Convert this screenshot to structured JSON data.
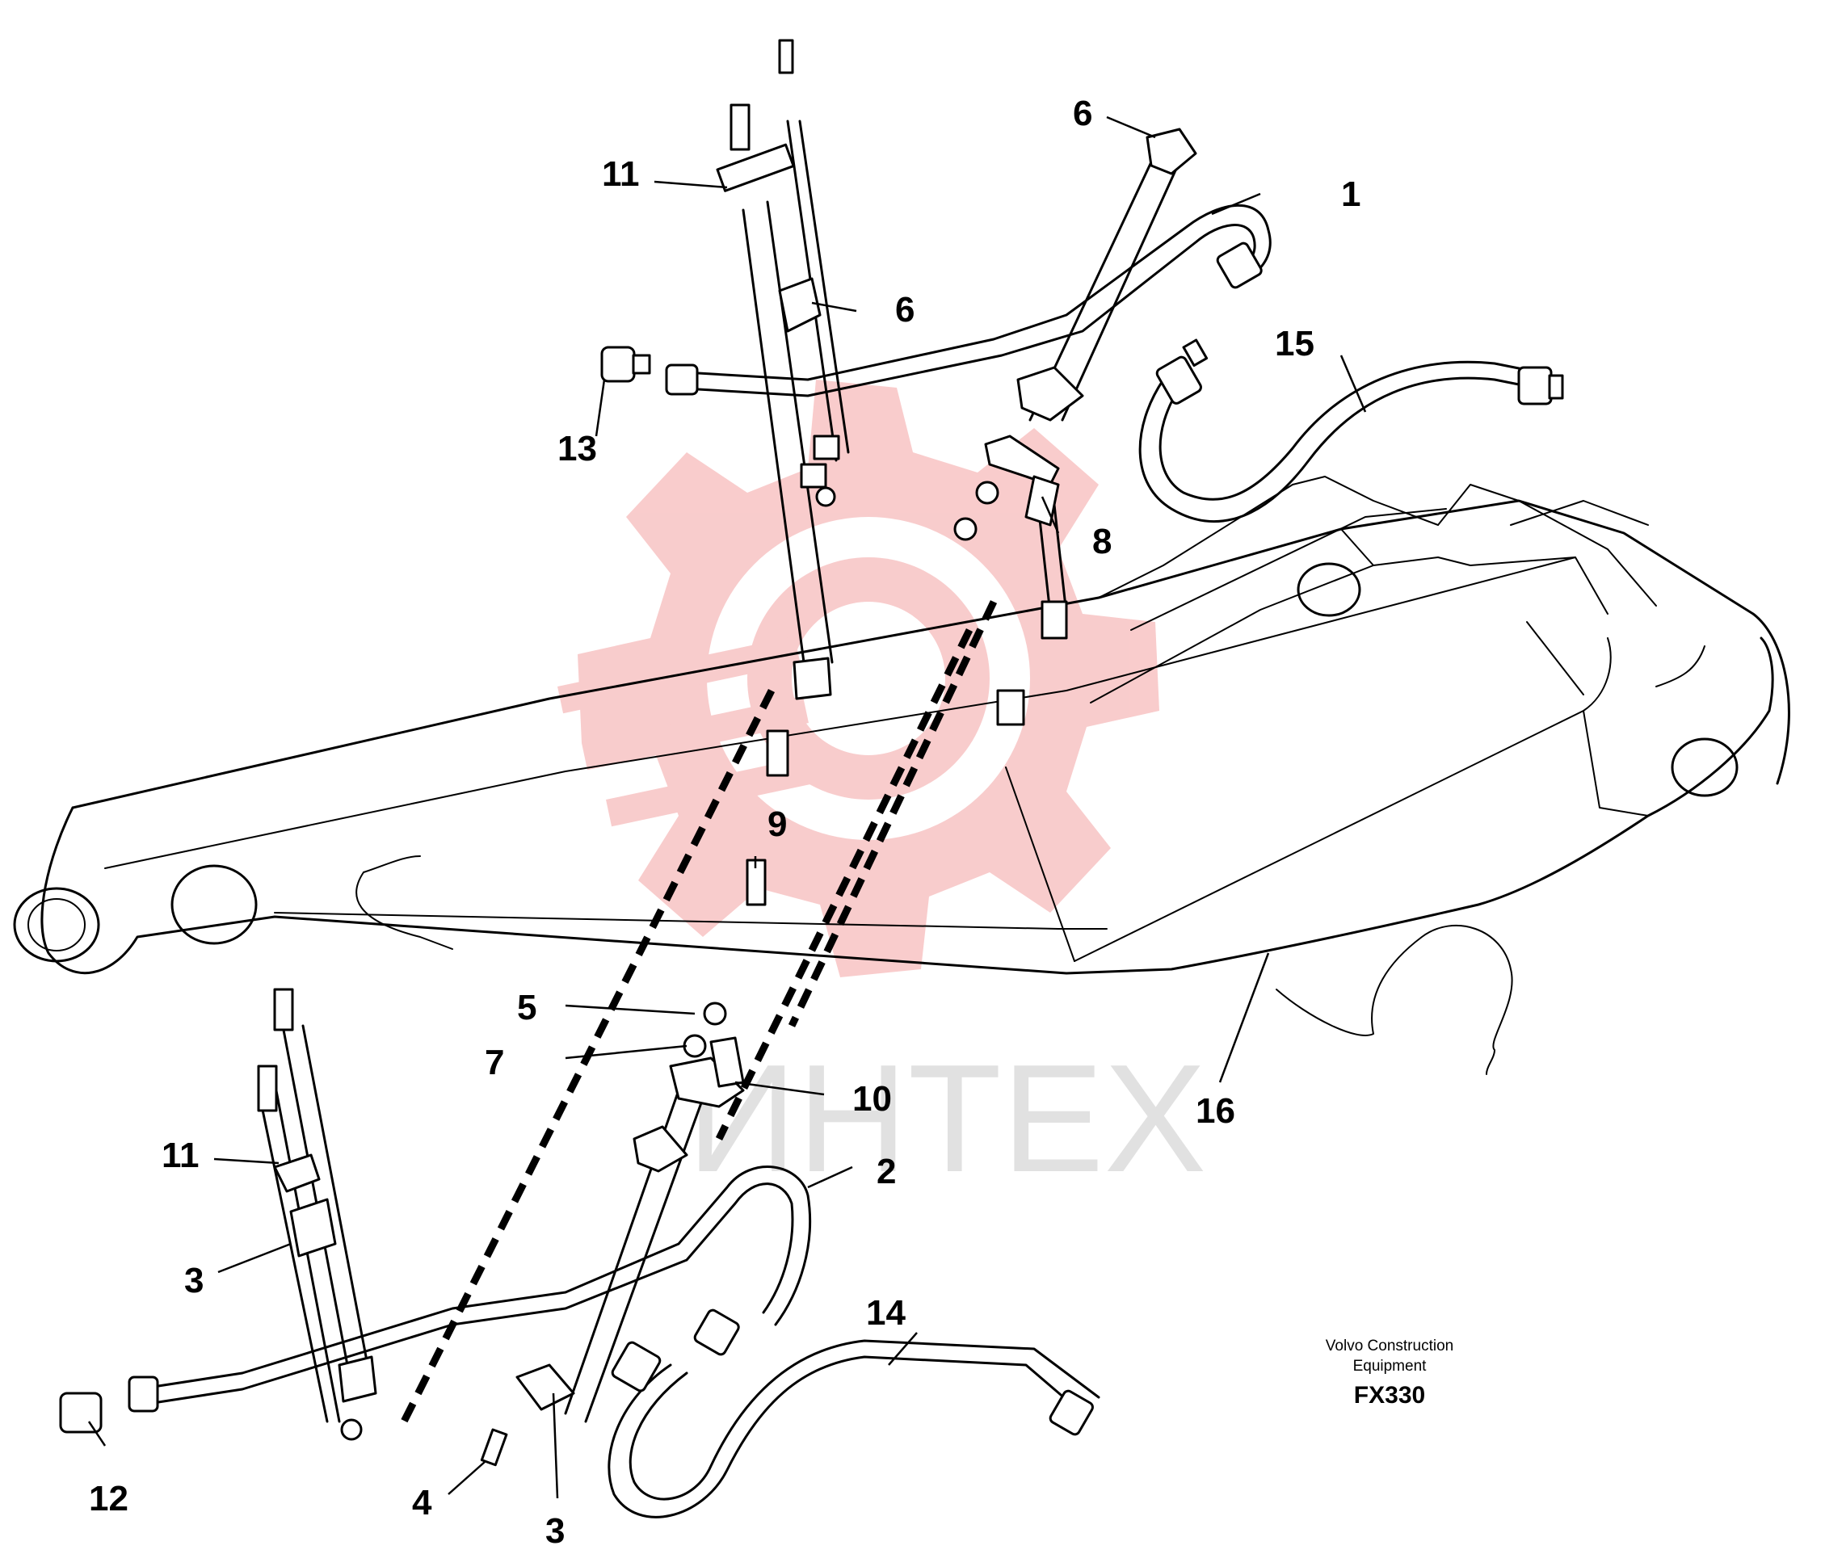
{
  "watermark": {
    "text": "ИНТЕХ",
    "gear_color": "#f4a3a3"
  },
  "caption": {
    "line1": "Volvo Construction",
    "line2": "Equipment",
    "code": "FX330"
  },
  "callouts": [
    {
      "id": "c1",
      "text": "1"
    },
    {
      "id": "c2",
      "text": "2"
    },
    {
      "id": "c3a",
      "text": "3"
    },
    {
      "id": "c3b",
      "text": "3"
    },
    {
      "id": "c4",
      "text": "4"
    },
    {
      "id": "c5",
      "text": "5"
    },
    {
      "id": "c6a",
      "text": "6"
    },
    {
      "id": "c6b",
      "text": "6"
    },
    {
      "id": "c7",
      "text": "7"
    },
    {
      "id": "c8",
      "text": "8"
    },
    {
      "id": "c9",
      "text": "9"
    },
    {
      "id": "c10",
      "text": "10"
    },
    {
      "id": "c11a",
      "text": "11"
    },
    {
      "id": "c11b",
      "text": "11"
    },
    {
      "id": "c12",
      "text": "12"
    },
    {
      "id": "c13",
      "text": "13"
    },
    {
      "id": "c14",
      "text": "14"
    },
    {
      "id": "c15",
      "text": "15"
    },
    {
      "id": "c16",
      "text": "16"
    }
  ]
}
